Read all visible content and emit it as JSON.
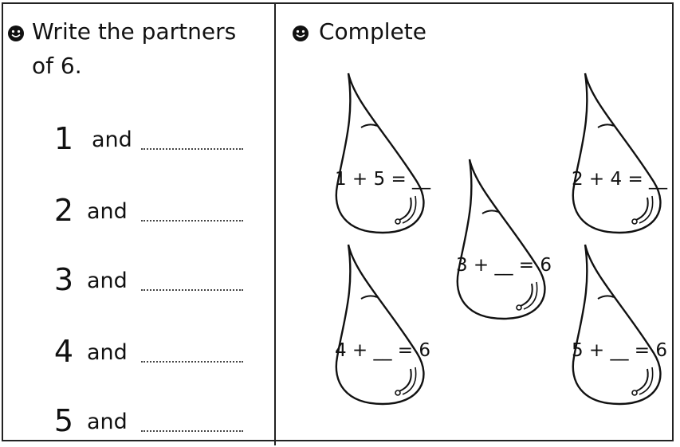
{
  "left_panel": {
    "heading_line1": "Write the partners",
    "heading_line2": "of 6.",
    "rows": [
      {
        "number": "1",
        "joiner": "and"
      },
      {
        "number": "2",
        "joiner": "and"
      },
      {
        "number": "3",
        "joiner": "and"
      },
      {
        "number": "4",
        "joiner": "and"
      },
      {
        "number": "5",
        "joiner": "and"
      }
    ]
  },
  "right_panel": {
    "heading": "Complete",
    "drops": [
      {
        "equation": "1 + 5 = __"
      },
      {
        "equation": "2 + 4 = __"
      },
      {
        "equation": "3 + __ = 6"
      },
      {
        "equation": "4 + __ = 6"
      },
      {
        "equation": "5 + __ = 6"
      }
    ]
  },
  "icons": {
    "bullet": "smiley-face-icon",
    "drop": "water-drop-icon"
  },
  "colors": {
    "ink": "#111111",
    "paper": "#ffffff"
  }
}
